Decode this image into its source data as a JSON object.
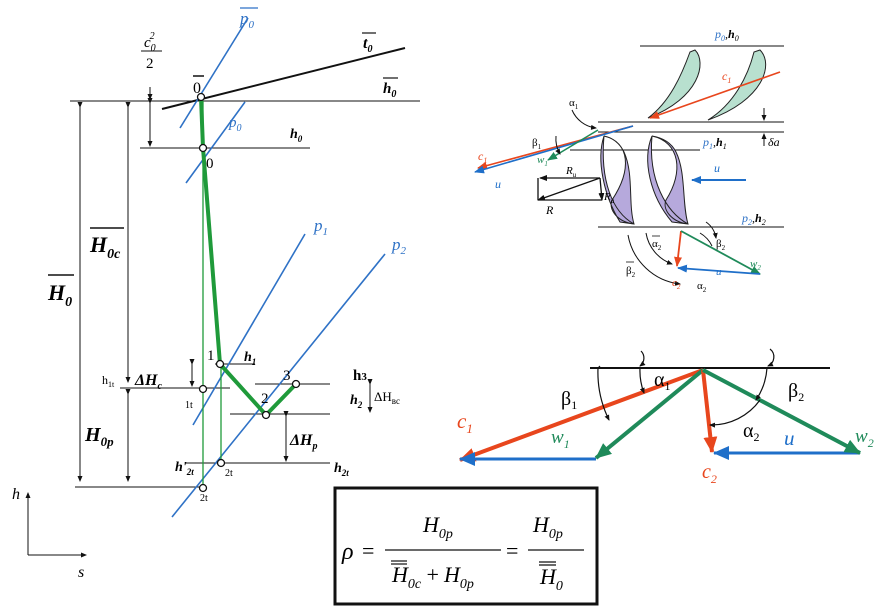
{
  "colors": {
    "isobar": "#2f72c6",
    "process": "#1f9a3a",
    "c_vector": "#e8461d",
    "w_vector": "#1f8a5a",
    "u_vector": "#1f6fc9",
    "stator_blade": "#b8e0cf",
    "rotor_blade": "#b6a9dc",
    "ink": "#111111"
  },
  "hs_diagram": {
    "axis_h": "h",
    "axis_s": "s",
    "kinetic_num": "c",
    "kinetic_num_sub": "0",
    "kinetic_num_sup": "2",
    "kinetic_den": "2",
    "isobar_p0bar": "p",
    "isobar_p0bar_sub": "0",
    "isotherm_t0bar": "t",
    "isotherm_t0bar_sub": "0",
    "enthalpy_h0bar": "h",
    "enthalpy_h0bar_sub": "0",
    "isobar_p0": "p",
    "isobar_p0_sub": "0",
    "enthalpy_h0": "h",
    "enthalpy_h0_sub": "0",
    "isobar_p1": "p",
    "isobar_p1_sub": "1",
    "isobar_p2": "p",
    "isobar_p2_sub": "2",
    "point_0bar": "0",
    "point_0": "0",
    "point_1": "1",
    "point_2": "2",
    "point_3": "3",
    "point_1t": "1t",
    "point_2t": "2t",
    "point_2t_prime": "2t",
    "label_h1": "h",
    "label_h1_sub": "1",
    "label_h1t": "h",
    "label_h1t_sub": "1t",
    "label_h3": "h",
    "label_h3_sub": "3",
    "label_h2": "h",
    "label_h2_sub": "2",
    "label_h2t": "h",
    "label_h2t_sub": "2t",
    "label_h2t_prime": "h'",
    "label_h2t_prime_sub": "2t",
    "dH_c": "ΔH",
    "dH_c_sub": "c",
    "dH_p": "ΔH",
    "dH_p_sub": "p",
    "dH_vc": "ΔH",
    "dH_vc_sub": "вс",
    "H0bar": "H",
    "H0bar_sub": "0",
    "H0c_bar": "H",
    "H0c_bar_sub": "0c",
    "H0p": "H",
    "H0p_sub": "0p"
  },
  "blade_stage": {
    "top_label": "p",
    "top_label_sub": "0",
    "top_label_h": "h",
    "top_label_h_sub": "0",
    "mid_label": "p",
    "mid_label_sub": "1",
    "mid_label_h": "h",
    "mid_label_h_sub": "1",
    "bot_label": "p",
    "bot_label_sub": "2",
    "bot_label_h": "h",
    "bot_label_h_sub": "2",
    "c1_in": "c",
    "c1_in_sub": "1",
    "c1_left": "c",
    "c1_left_sub": "1",
    "u_left": "u",
    "u_right": "u",
    "w1": "w",
    "w1_sub": "1",
    "alpha1": "α",
    "alpha1_sub": "1",
    "beta1": "β",
    "beta1_sub": "1",
    "Ru": "R",
    "Ru_sub": "u",
    "Ra": "R",
    "Ra_sub": "a",
    "R": "R",
    "delta_a": "δa",
    "alpha2bar": "α",
    "alpha2bar_sub": "2",
    "beta2": "β",
    "beta2_sub": "2",
    "beta2bar": "β",
    "beta2bar_sub": "2",
    "c2": "c",
    "c2_sub": "2",
    "alpha2": "α",
    "alpha2_sub": "2",
    "u_bottom": "u",
    "w2": "w",
    "w2_sub": "2"
  },
  "velocity_triangle": {
    "alpha1": "α",
    "alpha1_sub": "1",
    "beta1": "β",
    "beta1_sub": "1",
    "beta2": "β",
    "beta2_sub": "2",
    "alpha2": "α",
    "alpha2_sub": "2",
    "c1": "c",
    "c1_sub": "1",
    "w1": "w",
    "w1_sub": "1",
    "c2": "c",
    "c2_sub": "2",
    "u": "u",
    "w2": "w",
    "w2_sub": "2"
  },
  "formula": {
    "rho": "ρ",
    "eq": "=",
    "eq2": "=",
    "num1": "H",
    "num1_sub": "0p",
    "den1_a": "H",
    "den1_a_sub": "0c",
    "plus": "+",
    "den1_b": "H",
    "den1_b_sub": "0p",
    "num2": "H",
    "num2_sub": "0p",
    "den2": "H",
    "den2_sub": "0"
  }
}
